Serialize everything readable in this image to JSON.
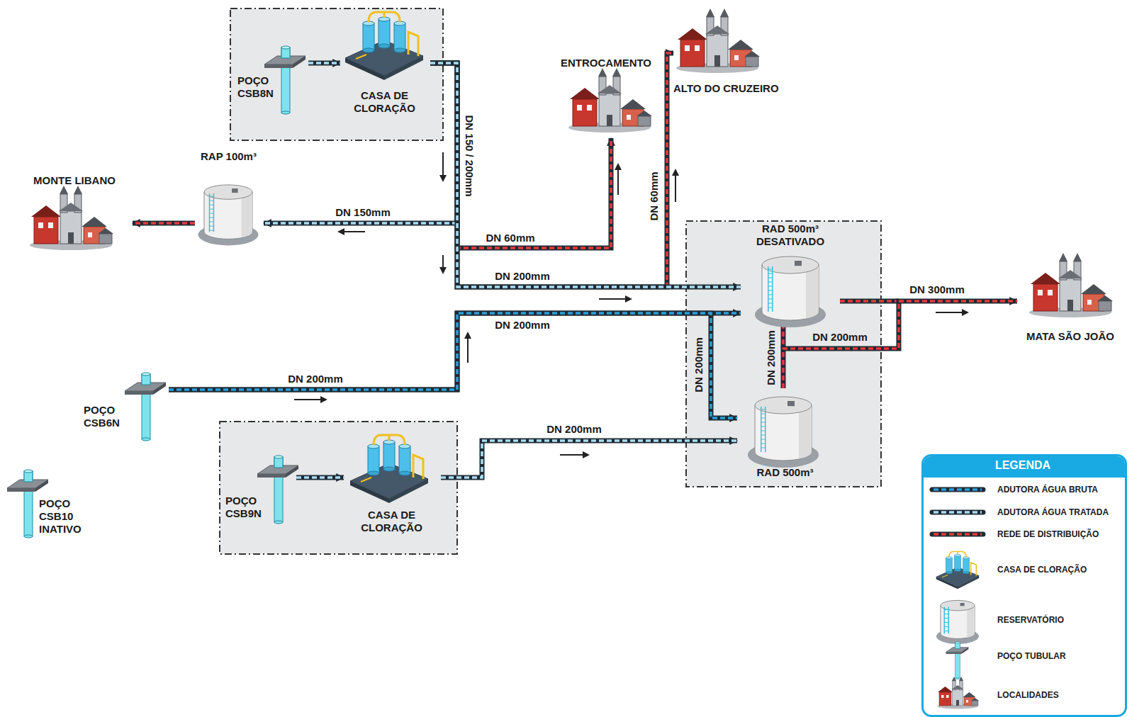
{
  "diagram": {
    "nodes": [
      {
        "text": [
          "POÇO CSB8N"
        ]
      },
      {
        "text": [
          "CASA DE CLORAÇÃO"
        ]
      },
      {
        "text": [
          "ENTROCAMENTO"
        ]
      },
      {
        "text": [
          "ALTO DO CRUZEIRO"
        ]
      },
      {
        "text": [
          "MONTE LIBANO"
        ]
      },
      {
        "text": [
          "RAP 100m³"
        ]
      },
      {
        "text": [
          "RAD 500m³ DESATIVADO"
        ]
      },
      {
        "text": [
          "MATA SÃO JOÃO"
        ]
      },
      {
        "text": [
          "POÇO CSB6N"
        ]
      },
      {
        "text": [
          "POÇO CSB9N"
        ]
      },
      {
        "text": [
          "CASA DE CLORAÇÃO"
        ]
      },
      {
        "text": [
          "RAD 500m³"
        ]
      },
      {
        "text": [
          "POÇO CSB10 INATIVO"
        ]
      }
    ],
    "edges": [
      {
        "from": 0,
        "to": 1,
        "arrow": "to"
      },
      {
        "from": 1,
        "to": 5,
        "label": "DN 150mm",
        "arrow": "to"
      },
      {
        "from": 5,
        "to": 4,
        "arrow": "to"
      },
      {
        "from": 1,
        "to": 2,
        "label": "DN 60mm",
        "arrow": "to"
      },
      {
        "from": 1,
        "to": 6,
        "label": "DN 200mm",
        "arrow": "to"
      },
      {
        "from": 1,
        "to": 3,
        "label": "DN 60mm",
        "arrow": "to"
      },
      {
        "from": 8,
        "to": 6,
        "label": "DN 200mm",
        "arrow": "to"
      },
      {
        "from": 8,
        "to": 11,
        "label": "DN 200mm",
        "arrow": "to"
      },
      {
        "from": 9,
        "to": 10,
        "arrow": "to"
      },
      {
        "from": 10,
        "to": 11,
        "label": "DN 200mm",
        "arrow": "to"
      },
      {
        "from": 11,
        "to": 7,
        "label": "DN 300mm",
        "arrow": "to"
      }
    ],
    "labels": [
      "DN 150 / 200mm",
      "DN 200mm",
      "DN 200mm",
      "DN 200mm",
      "LEGENDA"
    ],
    "legend": [
      {
        "text": "ADUTORA ÁGUA BRUTA"
      },
      {
        "text": "ADUTORA ÁGUA TRATADA"
      },
      {
        "text": "REDE DE DISTRIBUIÇÃO"
      },
      {
        "text": "CASA DE CLORAÇÃO"
      },
      {
        "text": "RESERVATÓRIO"
      },
      {
        "text": "POÇO TUBULAR"
      },
      {
        "text": "LOCALIDADES"
      }
    ]
  }
}
